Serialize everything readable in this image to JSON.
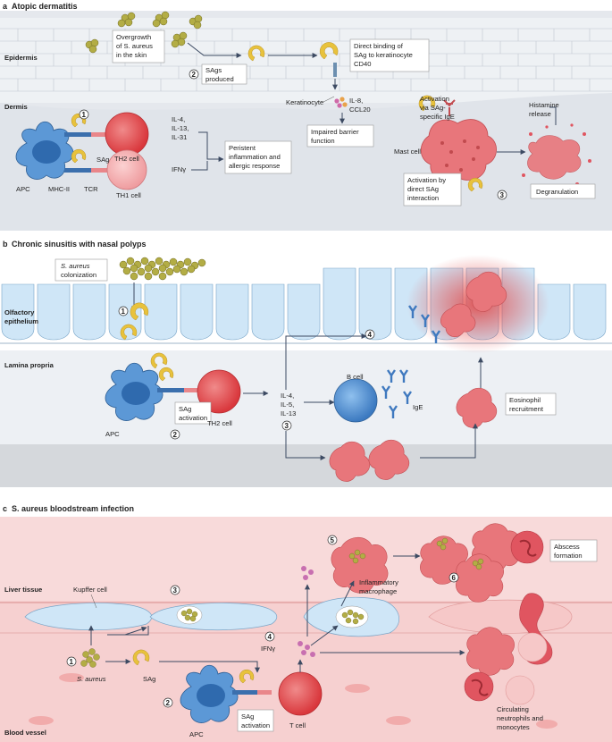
{
  "panels": {
    "a": {
      "letter": "a",
      "title": "Atopic dermatitis",
      "epidermis": "Epidermis",
      "dermis": "Dermis",
      "overgrowth": [
        "Overgrowth",
        "of S. aureus",
        "in the skin"
      ],
      "sags_produced": [
        "SAgs",
        "produced"
      ],
      "direct_binding": [
        "Direct binding of",
        "SAg to keratinocyte",
        "CD40"
      ],
      "keratinocyte": "Keratinocyte",
      "il8": [
        "IL-8,",
        "CCL20"
      ],
      "impaired": [
        "Impaired barrier",
        "function"
      ],
      "sag": "SAg",
      "th2": "TH2 cell",
      "th1": "TH1 cell",
      "cytokines_th2": [
        "IL-4,",
        "IL-13,",
        "IL-31"
      ],
      "ifng": "IFNγ",
      "persistent": [
        "Peristent",
        "inflammation and",
        "allergic response"
      ],
      "apc": "APC",
      "mhc": "MHC-II",
      "tcr": "TCR",
      "activation_ige": [
        "Activation",
        "via SAg-",
        "specific IgE"
      ],
      "histamine": [
        "Histamine",
        "release"
      ],
      "mast_cell": "Mast cell",
      "activation_direct": [
        "Activation by",
        "direct SAg",
        "interaction"
      ],
      "degranulation": "Degranulation",
      "steps": [
        "1",
        "2",
        "3"
      ]
    },
    "b": {
      "letter": "b",
      "title": "Chronic sinusitis with nasal polyps",
      "colonization": [
        "S. aureus",
        "colonization"
      ],
      "olfactory": [
        "Olfactory",
        "epithelium"
      ],
      "lamina": "Lamina propria",
      "apc": "APC",
      "sag_activation": [
        "SAg",
        "activation"
      ],
      "th2": "TH2 cell",
      "cytokines": [
        "IL-4,",
        "IL-5,",
        "IL-13"
      ],
      "bcell": "B cell",
      "ige": "IgE",
      "eosinophil": [
        "Eosinophil",
        "recruitment"
      ],
      "steps": [
        "1",
        "2",
        "3",
        "4"
      ]
    },
    "c": {
      "letter": "c",
      "title": "S. aureus bloodstream infection",
      "liver": "Liver tissue",
      "kupffer": "Kupffer cell",
      "inflammatory": [
        "Inflammatory",
        "macrophage"
      ],
      "abscess": [
        "Abscess",
        "formation"
      ],
      "ifng": "IFNγ",
      "s_aureus": "S. aureus",
      "sag": "SAg",
      "apc": "APC",
      "sag_activation": [
        "SAg",
        "activation"
      ],
      "tcell": "T cell",
      "circulating": [
        "Circulating",
        "neutrophils and",
        "monocytes"
      ],
      "blood": "Blood vessel",
      "steps": [
        "1",
        "2",
        "3",
        "4",
        "5",
        "6"
      ]
    }
  },
  "colors": {
    "panel_bg": "#e6e9ee",
    "epithelium": "#cfe6f7",
    "apc": "#3f7fc4",
    "tcell": "#e0474c",
    "sag": "#e8c23c",
    "bacteria": "#b6b24a",
    "mast": "#e7747a",
    "blood_bg": "#f6d3d3",
    "liver": "#f8dada"
  }
}
